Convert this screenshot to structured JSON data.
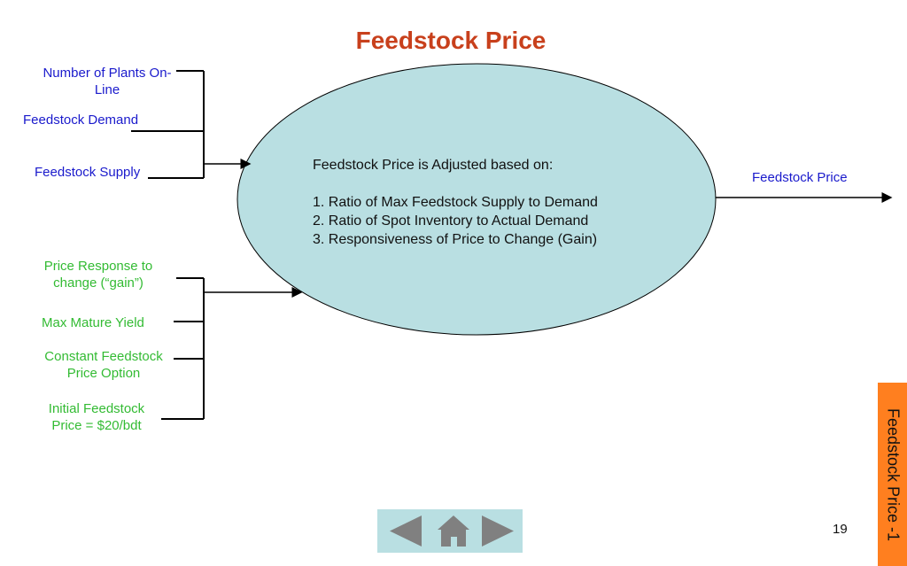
{
  "title": "Feedstock Price",
  "inputs_top": [
    {
      "text": "Number of Plants On-\nLine"
    },
    {
      "text": "Feedstock Demand"
    },
    {
      "text": "Feedstock Supply"
    }
  ],
  "inputs_bottom": [
    {
      "text": "Price Response to\nchange (“gain”)"
    },
    {
      "text": "Max Mature Yield"
    },
    {
      "text": "Constant Feedstock\nPrice Option"
    },
    {
      "text": "Initial Feedstock\nPrice = $20/bdt"
    }
  ],
  "process": {
    "heading": "Feedstock Price is Adjusted based on:",
    "items": [
      "1.  Ratio of Max Feedstock Supply to Demand",
      "2.  Ratio of Spot Inventory to Actual Demand",
      "3.  Responsiveness of Price to Change (Gain)"
    ]
  },
  "output": {
    "text": "Feedstock Price"
  },
  "side_tab": {
    "text": "Feedstock Price -1"
  },
  "page_number": "19",
  "colors": {
    "title": "#c0392b",
    "top_inputs": "#1a1acc",
    "bottom_inputs": "#33bb33",
    "ellipse_fill": "#b9dfe2",
    "side_tab": "#ff7f1f",
    "nav_bg": "#b9dfe2",
    "nav_icons": "#808080"
  },
  "nav": {
    "prev_icon": "triangle-left-icon",
    "home_icon": "house-icon",
    "next_icon": "triangle-right-icon"
  }
}
